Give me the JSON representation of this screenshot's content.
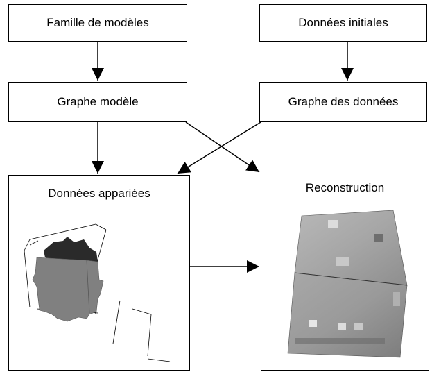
{
  "nodes": {
    "famille": "Famille de modèles",
    "donnees_initiales": "Données initiales",
    "graphe_modele": "Graphe modèle",
    "graphe_donnees": "Graphe des données",
    "donnees_appariees": "Données appariées",
    "reconstruction": "Reconstruction"
  },
  "colors": {
    "stroke": "#000000",
    "building_gray": "#808080",
    "building_dark": "#2a2a2a",
    "facade_gray": "#9a9a9a"
  }
}
